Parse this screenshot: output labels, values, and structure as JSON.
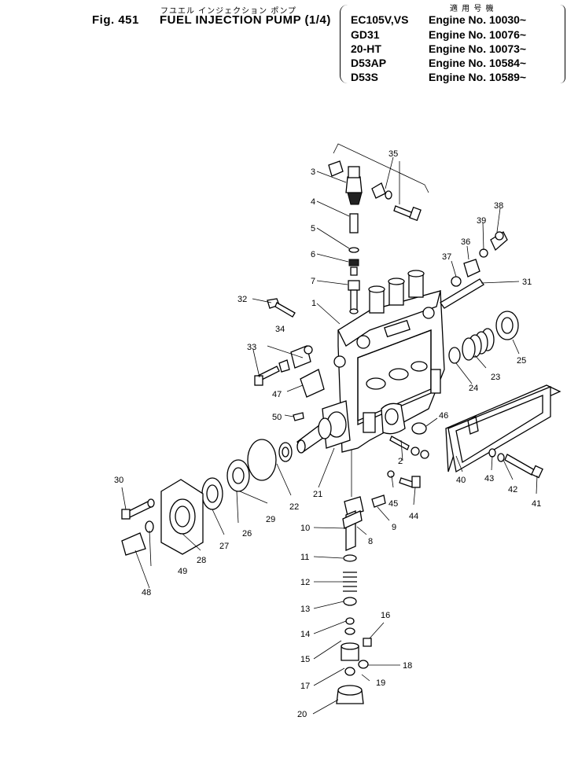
{
  "header": {
    "jp_title": "フユエル インジェクション ポンプ",
    "fig_label": "Fig. 451",
    "en_title": "FUEL INJECTION PUMP (1/4)",
    "applicable_label": "適 用 号 機"
  },
  "models": [
    {
      "model": "EC105V,VS",
      "engine": "Engine No. 10030~"
    },
    {
      "model": "GD31",
      "engine": "Engine No. 10076~"
    },
    {
      "model": "20-HT",
      "engine": "Engine No. 10073~"
    },
    {
      "model": "D53AP",
      "engine": "Engine No. 10584~"
    },
    {
      "model": "D53S",
      "engine": "Engine No. 10589~"
    }
  ],
  "callouts": [
    "1",
    "2",
    "3",
    "4",
    "5",
    "6",
    "7",
    "8",
    "9",
    "10",
    "11",
    "12",
    "13",
    "14",
    "15",
    "16",
    "17",
    "18",
    "19",
    "20",
    "21",
    "22",
    "23",
    "24",
    "25",
    "26",
    "27",
    "28",
    "29",
    "30",
    "31",
    "32",
    "33",
    "34",
    "35",
    "36",
    "37",
    "38",
    "39",
    "40",
    "41",
    "42",
    "43",
    "44",
    "45",
    "46",
    "47",
    "48",
    "49",
    "50"
  ]
}
